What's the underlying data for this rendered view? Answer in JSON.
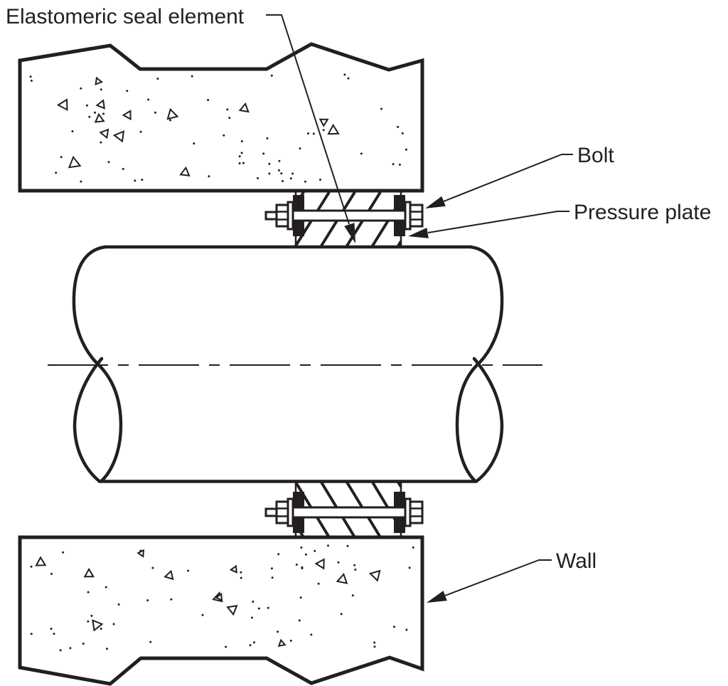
{
  "diagram": {
    "type": "technical-drawing",
    "labels": {
      "seal": "Elastomeric seal element",
      "bolt": "Bolt",
      "pressure_plate": "Pressure plate",
      "wall": "Wall"
    },
    "colors": {
      "ink": "#231f20",
      "paper": "#ffffff"
    }
  }
}
